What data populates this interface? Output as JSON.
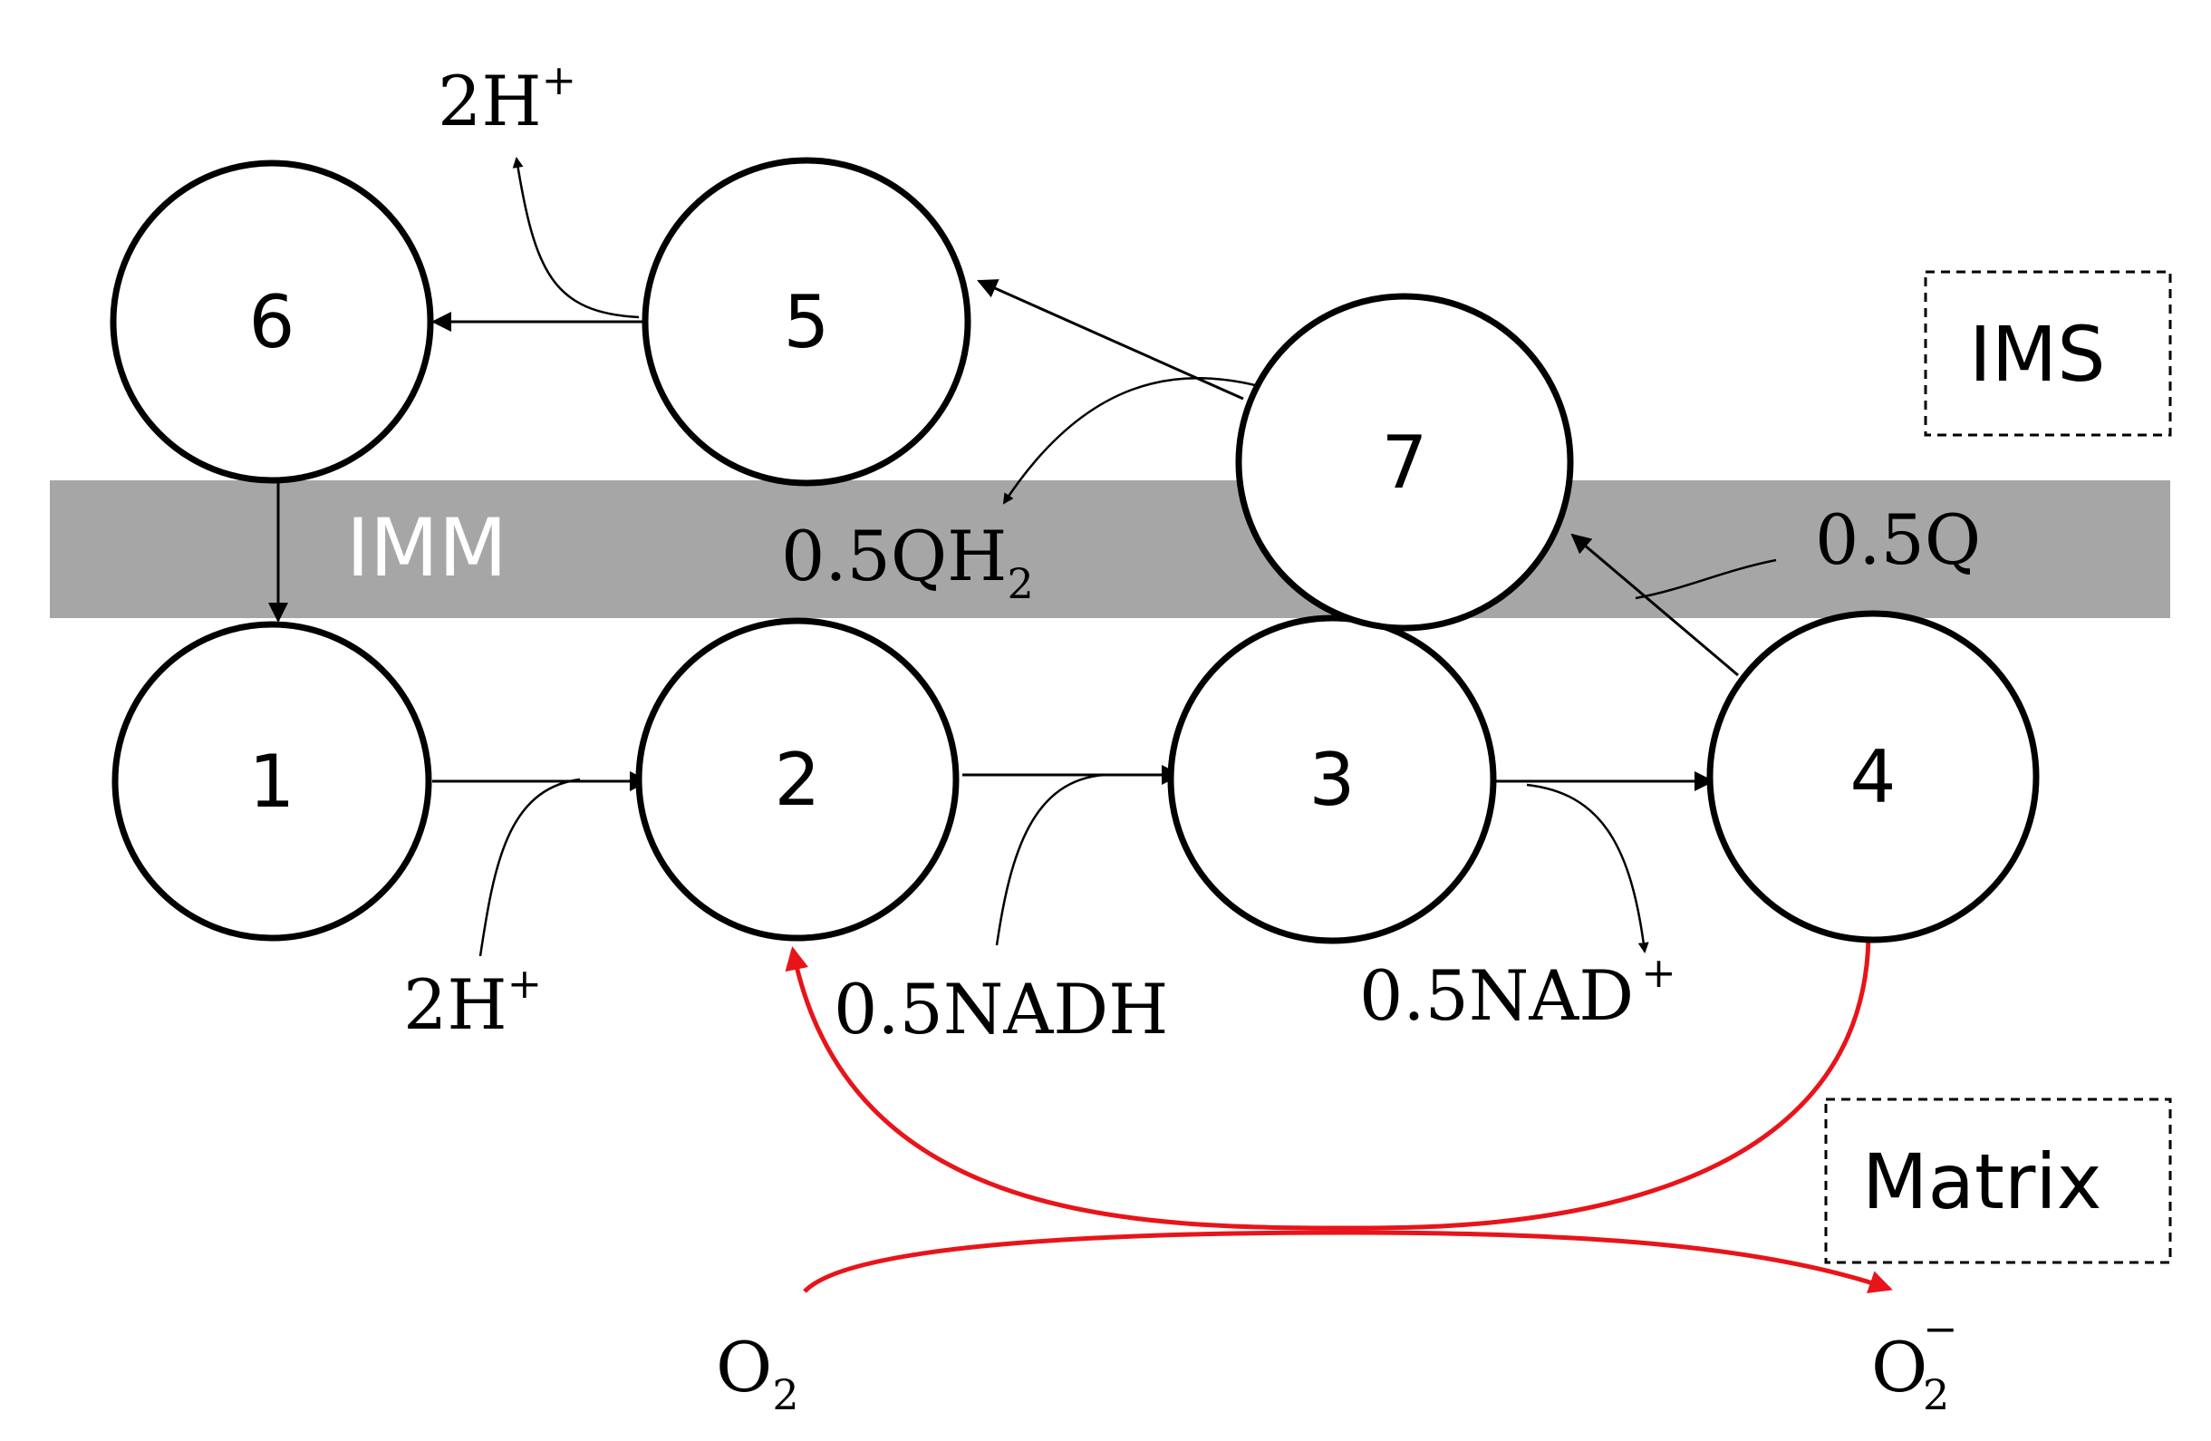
{
  "membrane": {
    "label": "IMM"
  },
  "regions": {
    "ims": "IMS",
    "matrix": "Matrix"
  },
  "nodes": [
    {
      "id": "1",
      "label": "1"
    },
    {
      "id": "2",
      "label": "2"
    },
    {
      "id": "3",
      "label": "3"
    },
    {
      "id": "4",
      "label": "4"
    },
    {
      "id": "5",
      "label": "5"
    },
    {
      "id": "6",
      "label": "6"
    },
    {
      "id": "7",
      "label": "7"
    }
  ],
  "species": {
    "h_top": {
      "base": "2H",
      "sup": "+"
    },
    "h_bottom": {
      "base": "2H",
      "sup": "+"
    },
    "qh2": {
      "base": "0.5QH",
      "sub": "2"
    },
    "q": {
      "base": "0.5Q"
    },
    "nadh": {
      "base": "0.5NADH"
    },
    "nad": {
      "base": "0.5NAD",
      "sup": "+"
    },
    "o2": {
      "base": "O",
      "sub": "2"
    },
    "superoxide": {
      "base": "O",
      "sub": "2",
      "sup": "−"
    }
  },
  "colors": {
    "membrane": "#a6a6a6",
    "red_pathway": "#e8141a",
    "stroke": "#000000"
  }
}
